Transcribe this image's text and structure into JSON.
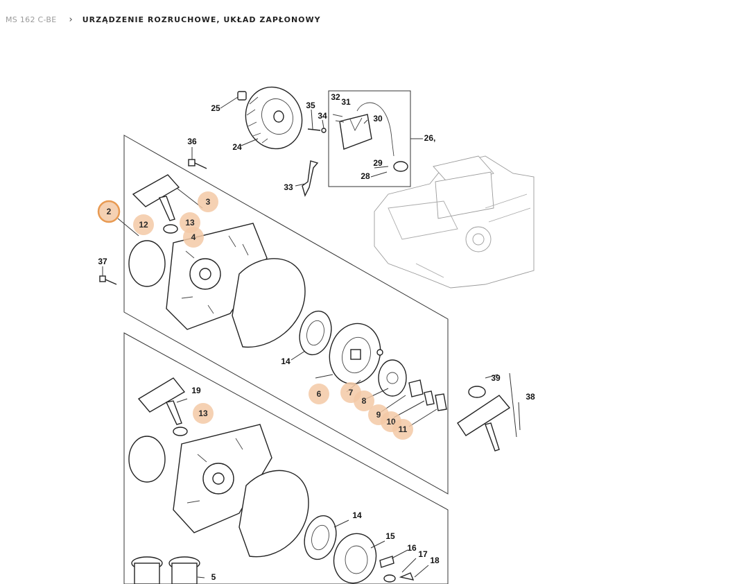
{
  "breadcrumb": {
    "parent": "MS 162 C-BE",
    "separator": "›",
    "current": "URZĄDZENIE ROZRUCHOWE, UKŁAD ZAPŁONOWY"
  },
  "diagram": {
    "highlight_color": "#f3c9a6",
    "selected_color": "#e89a52",
    "selected_part": "2",
    "callouts": [
      "2",
      "3",
      "4",
      "6",
      "7",
      "8",
      "9",
      "10",
      "11",
      "12",
      "13",
      "13"
    ],
    "part_numbers": [
      "5",
      "14",
      "14",
      "15",
      "16",
      "17",
      "18",
      "19",
      "24",
      "25",
      "26,",
      "28",
      "29",
      "30",
      "31",
      "32",
      "33",
      "34",
      "35",
      "36",
      "37",
      "38",
      "39"
    ]
  }
}
